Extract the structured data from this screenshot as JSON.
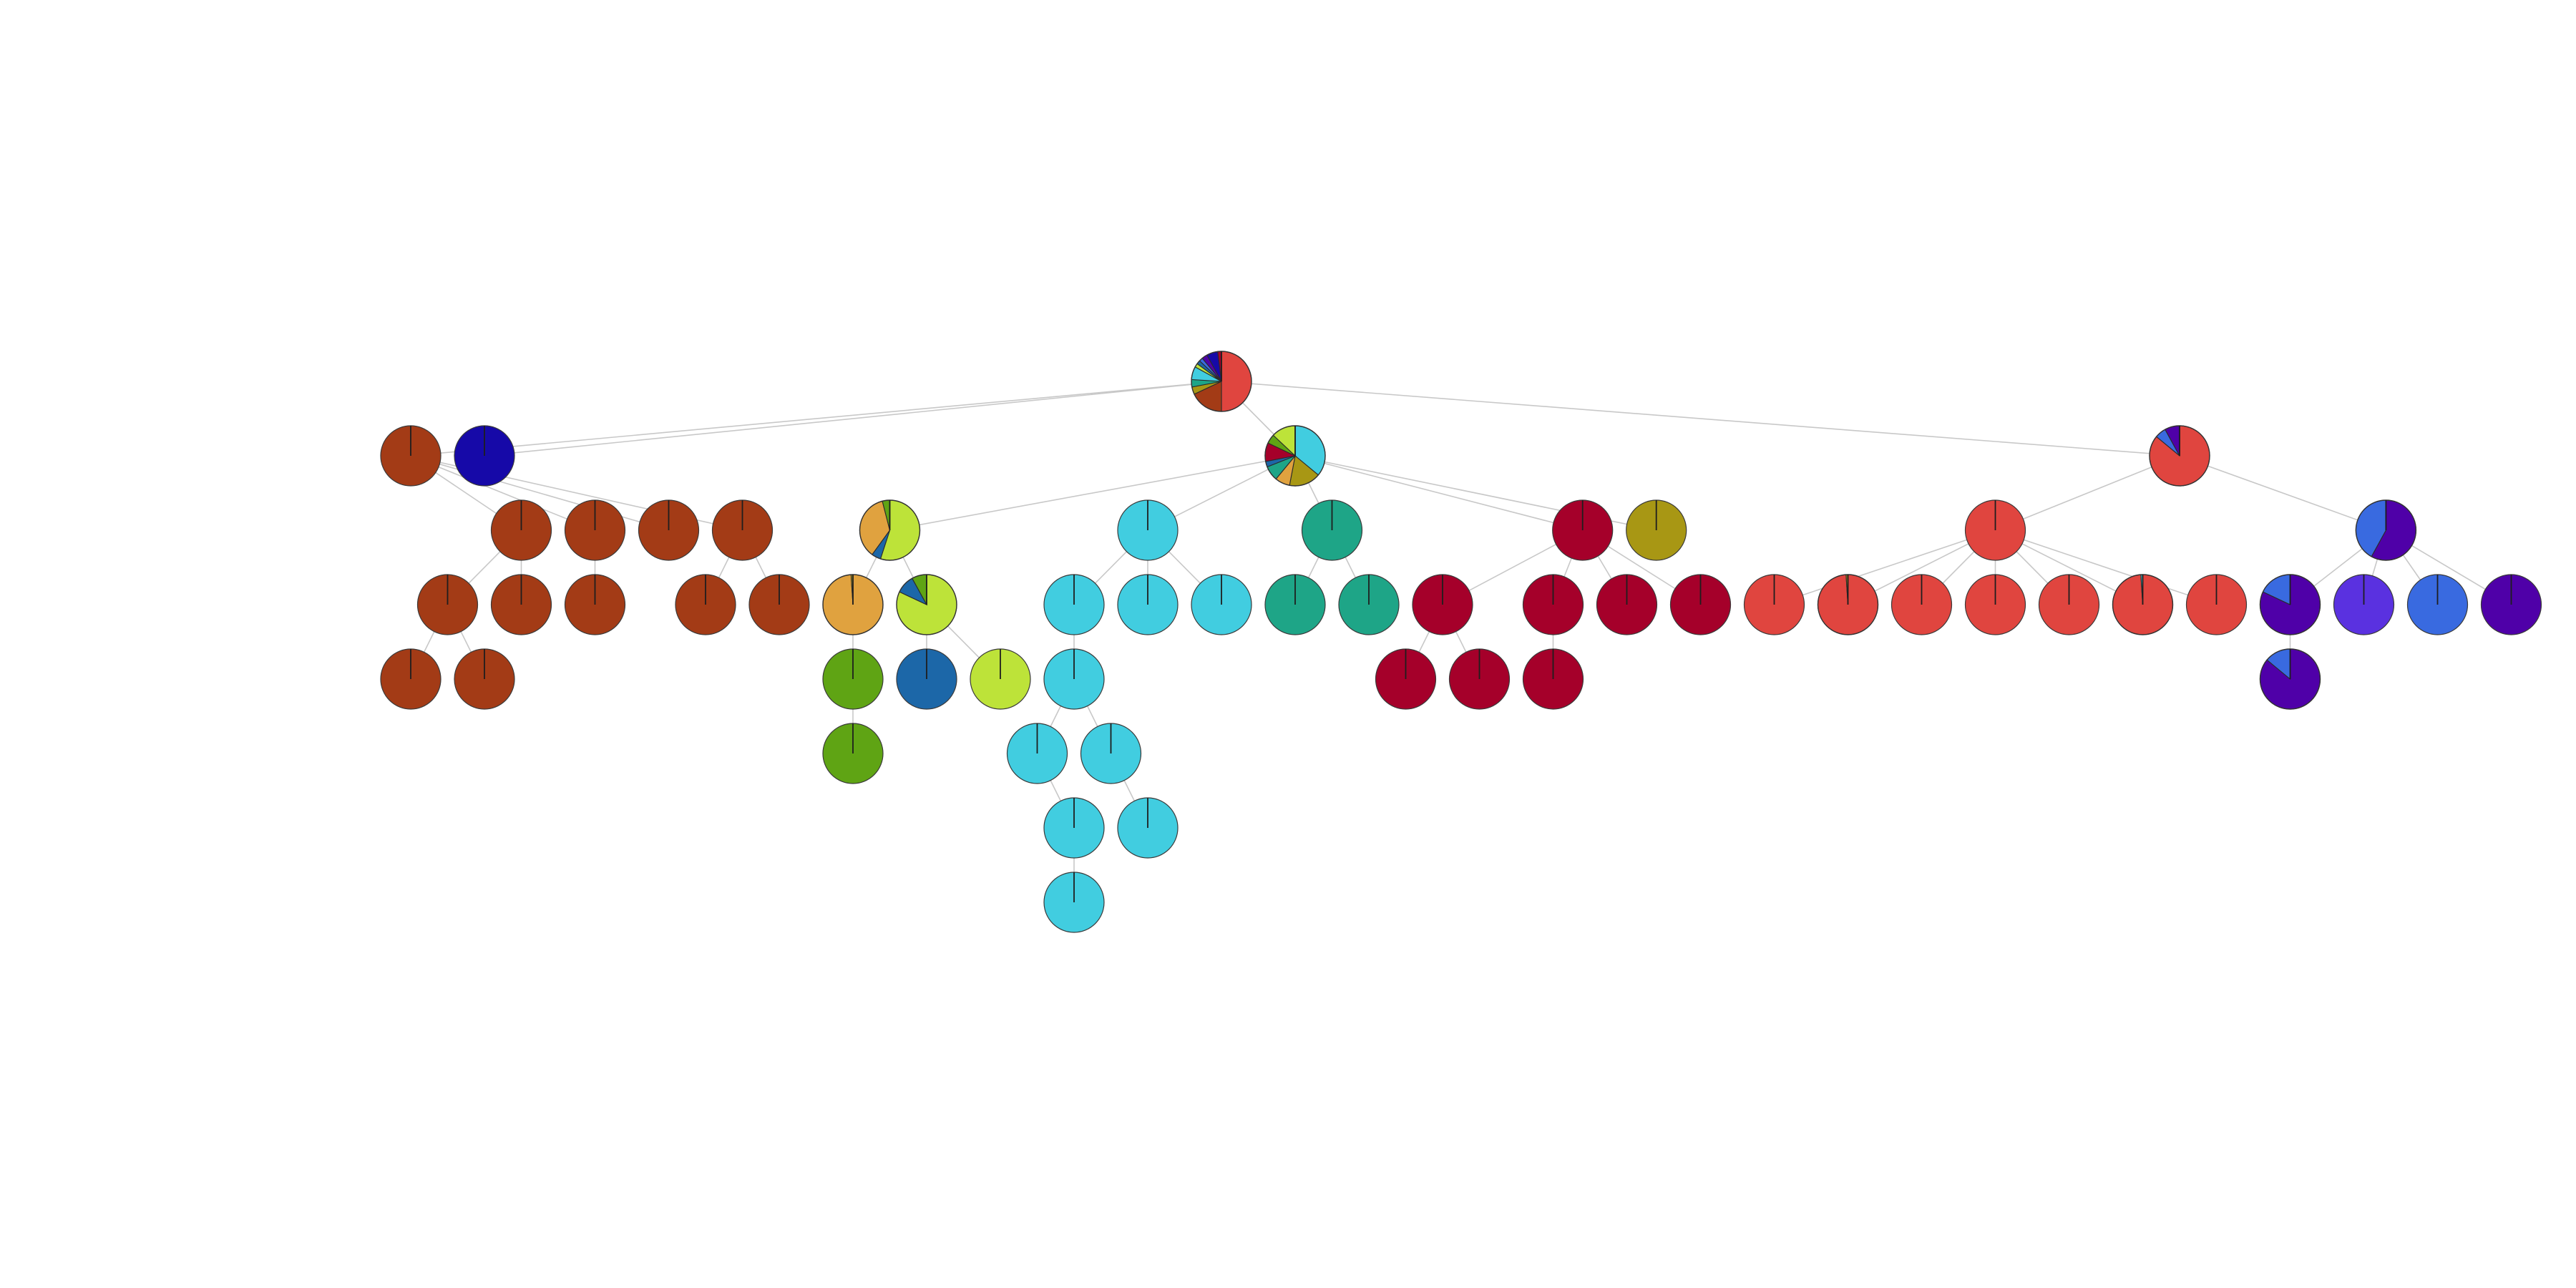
{
  "tree_diagram": {
    "palette": {
      "brown": "#a33b16",
      "navy": "#1609a8",
      "orange": "#e0a23f",
      "lime": "#bde339",
      "green": "#5fa414",
      "blue": "#1c67a8",
      "cyan": "#41cde0",
      "teal": "#1ea587",
      "crimson": "#a5002a",
      "olive": "#a89714",
      "red": "#e0453f",
      "purple": "#4f00a8",
      "violet": "#5a31e0",
      "royal": "#396ae0"
    },
    "nodes": [
      {
        "id": "root",
        "depth": 0,
        "col": 14,
        "composition": [
          {
            "color": "red",
            "share": 0.5
          },
          {
            "color": "brown",
            "share": 0.18
          },
          {
            "color": "olive",
            "share": 0.04
          },
          {
            "color": "teal",
            "share": 0.04
          },
          {
            "color": "cyan",
            "share": 0.07
          },
          {
            "color": "lime",
            "share": 0.02
          },
          {
            "color": "blue",
            "share": 0.02
          },
          {
            "color": "royal",
            "share": 0.02
          },
          {
            "color": "purple",
            "share": 0.03
          },
          {
            "color": "navy",
            "share": 0.06
          },
          {
            "color": "crimson",
            "share": 0.02
          }
        ]
      },
      {
        "id": "a",
        "parent": "root",
        "depth": 1,
        "col": 3,
        "composition": [
          {
            "color": "brown",
            "share": 1
          }
        ]
      },
      {
        "id": "b",
        "parent": "root",
        "depth": 1,
        "col": 4,
        "composition": [
          {
            "color": "navy",
            "share": 1
          }
        ]
      },
      {
        "id": "c",
        "parent": "root",
        "depth": 1,
        "col": 15,
        "composition": [
          {
            "color": "cyan",
            "share": 0.36
          },
          {
            "color": "olive",
            "share": 0.17
          },
          {
            "color": "orange",
            "share": 0.08
          },
          {
            "color": "teal",
            "share": 0.08
          },
          {
            "color": "blue",
            "share": 0.03
          },
          {
            "color": "crimson",
            "share": 0.1
          },
          {
            "color": "green",
            "share": 0.05
          },
          {
            "color": "lime",
            "share": 0.13
          }
        ]
      },
      {
        "id": "d",
        "parent": "root",
        "depth": 1,
        "col": 27,
        "composition": [
          {
            "color": "red",
            "share": 0.86
          },
          {
            "color": "royal",
            "share": 0.06
          },
          {
            "color": "purple",
            "share": 0.08
          }
        ]
      },
      {
        "id": "a1",
        "parent": "a",
        "depth": 2,
        "col": 4.5,
        "composition": [
          {
            "color": "brown",
            "share": 1
          }
        ]
      },
      {
        "id": "a2",
        "parent": "a",
        "depth": 2,
        "col": 5.5,
        "composition": [
          {
            "color": "brown",
            "share": 1
          }
        ]
      },
      {
        "id": "a3",
        "parent": "a",
        "depth": 2,
        "col": 6.5,
        "composition": [
          {
            "color": "brown",
            "share": 1
          }
        ]
      },
      {
        "id": "a4",
        "parent": "a",
        "depth": 2,
        "col": 7.5,
        "composition": [
          {
            "color": "brown",
            "share": 1
          }
        ]
      },
      {
        "id": "c1",
        "parent": "c",
        "depth": 2,
        "col": 9.5,
        "composition": [
          {
            "color": "lime",
            "share": 0.55
          },
          {
            "color": "blue",
            "share": 0.05
          },
          {
            "color": "orange",
            "share": 0.36
          },
          {
            "color": "green",
            "share": 0.04
          }
        ]
      },
      {
        "id": "c2",
        "parent": "c",
        "depth": 2,
        "col": 13,
        "composition": [
          {
            "color": "cyan",
            "share": 1
          }
        ]
      },
      {
        "id": "c3",
        "parent": "c",
        "depth": 2,
        "col": 15.5,
        "composition": [
          {
            "color": "teal",
            "share": 1
          }
        ]
      },
      {
        "id": "c4",
        "parent": "c",
        "depth": 2,
        "col": 18.9,
        "composition": [
          {
            "color": "crimson",
            "share": 1
          }
        ]
      },
      {
        "id": "c5",
        "parent": "c",
        "depth": 2,
        "col": 19.9,
        "composition": [
          {
            "color": "olive",
            "share": 1
          }
        ]
      },
      {
        "id": "d1",
        "parent": "d",
        "depth": 2,
        "col": 24.5,
        "composition": [
          {
            "color": "red",
            "share": 1
          }
        ]
      },
      {
        "id": "d2",
        "parent": "d",
        "depth": 2,
        "col": 29.8,
        "composition": [
          {
            "color": "purple",
            "share": 0.58
          },
          {
            "color": "royal",
            "share": 0.42
          }
        ]
      },
      {
        "id": "a1a",
        "parent": "a1",
        "depth": 3,
        "col": 3.5,
        "composition": [
          {
            "color": "brown",
            "share": 1
          }
        ]
      },
      {
        "id": "a1b",
        "parent": "a1",
        "depth": 3,
        "col": 4.5,
        "composition": [
          {
            "color": "brown",
            "share": 1
          }
        ]
      },
      {
        "id": "a2a",
        "parent": "a2",
        "depth": 3,
        "col": 5.5,
        "composition": [
          {
            "color": "brown",
            "share": 1
          }
        ]
      },
      {
        "id": "a4a",
        "parent": "a4",
        "depth": 3,
        "col": 7,
        "composition": [
          {
            "color": "brown",
            "share": 1
          }
        ]
      },
      {
        "id": "a4b",
        "parent": "a4",
        "depth": 3,
        "col": 8,
        "composition": [
          {
            "color": "brown",
            "share": 1
          }
        ]
      },
      {
        "id": "c1a",
        "parent": "c1",
        "depth": 3,
        "col": 9,
        "composition": [
          {
            "color": "orange",
            "share": 0.99
          },
          {
            "color": "olive",
            "share": 0.01
          }
        ]
      },
      {
        "id": "c1b",
        "parent": "c1",
        "depth": 3,
        "col": 10,
        "composition": [
          {
            "color": "lime",
            "share": 0.82
          },
          {
            "color": "blue",
            "share": 0.1
          },
          {
            "color": "green",
            "share": 0.08
          }
        ]
      },
      {
        "id": "c2a",
        "parent": "c2",
        "depth": 3,
        "col": 12,
        "composition": [
          {
            "color": "cyan",
            "share": 1
          }
        ]
      },
      {
        "id": "c2b",
        "parent": "c2",
        "depth": 3,
        "col": 13,
        "composition": [
          {
            "color": "cyan",
            "share": 1
          }
        ]
      },
      {
        "id": "c2c",
        "parent": "c2",
        "depth": 3,
        "col": 14,
        "composition": [
          {
            "color": "cyan",
            "share": 1
          }
        ]
      },
      {
        "id": "c3a",
        "parent": "c3",
        "depth": 3,
        "col": 15,
        "composition": [
          {
            "color": "teal",
            "share": 1
          }
        ]
      },
      {
        "id": "c3b",
        "parent": "c3",
        "depth": 3,
        "col": 16,
        "composition": [
          {
            "color": "teal",
            "share": 1
          }
        ]
      },
      {
        "id": "c4a",
        "parent": "c4",
        "depth": 3,
        "col": 17,
        "composition": [
          {
            "color": "crimson",
            "share": 1
          }
        ]
      },
      {
        "id": "c4b",
        "parent": "c4",
        "depth": 3,
        "col": 18.5,
        "composition": [
          {
            "color": "crimson",
            "share": 1
          }
        ]
      },
      {
        "id": "c4c",
        "parent": "c4",
        "depth": 3,
        "col": 19.5,
        "composition": [
          {
            "color": "crimson",
            "share": 1
          }
        ]
      },
      {
        "id": "c4d",
        "parent": "c4",
        "depth": 3,
        "col": 20.5,
        "composition": [
          {
            "color": "crimson",
            "share": 1
          }
        ]
      },
      {
        "id": "d1a",
        "parent": "d1",
        "depth": 3,
        "col": 21.5,
        "composition": [
          {
            "color": "red",
            "share": 1
          }
        ]
      },
      {
        "id": "d1b",
        "parent": "d1",
        "depth": 3,
        "col": 22.5,
        "composition": [
          {
            "color": "red",
            "share": 0.99
          },
          {
            "color": "olive",
            "share": 0.01
          }
        ]
      },
      {
        "id": "d1c",
        "parent": "d1",
        "depth": 3,
        "col": 23.5,
        "composition": [
          {
            "color": "red",
            "share": 1
          }
        ]
      },
      {
        "id": "d1d",
        "parent": "d1",
        "depth": 3,
        "col": 24.5,
        "composition": [
          {
            "color": "red",
            "share": 1
          }
        ]
      },
      {
        "id": "d1e",
        "parent": "d1",
        "depth": 3,
        "col": 25.5,
        "composition": [
          {
            "color": "red",
            "share": 1
          }
        ]
      },
      {
        "id": "d1f",
        "parent": "d1",
        "depth": 3,
        "col": 26.5,
        "composition": [
          {
            "color": "red",
            "share": 0.99
          },
          {
            "color": "cyan",
            "share": 0.01
          }
        ]
      },
      {
        "id": "d1g",
        "parent": "d1",
        "depth": 3,
        "col": 27.5,
        "composition": [
          {
            "color": "red",
            "share": 1
          }
        ]
      },
      {
        "id": "d2a",
        "parent": "d2",
        "depth": 3,
        "col": 28.5,
        "composition": [
          {
            "color": "purple",
            "share": 0.82
          },
          {
            "color": "royal",
            "share": 0.18
          }
        ]
      },
      {
        "id": "d2b",
        "parent": "d2",
        "depth": 3,
        "col": 29.5,
        "composition": [
          {
            "color": "violet",
            "share": 1
          }
        ]
      },
      {
        "id": "d2c",
        "parent": "d2",
        "depth": 3,
        "col": 30.5,
        "composition": [
          {
            "color": "royal",
            "share": 1
          }
        ]
      },
      {
        "id": "d2d",
        "parent": "d2",
        "depth": 3,
        "col": 31.5,
        "composition": [
          {
            "color": "purple",
            "share": 1
          }
        ]
      },
      {
        "id": "a1a1",
        "parent": "a1a",
        "depth": 4,
        "col": 3,
        "composition": [
          {
            "color": "brown",
            "share": 1
          }
        ]
      },
      {
        "id": "a1a2",
        "parent": "a1a",
        "depth": 4,
        "col": 4,
        "composition": [
          {
            "color": "brown",
            "share": 1
          }
        ]
      },
      {
        "id": "c1a1",
        "parent": "c1a",
        "depth": 4,
        "col": 9,
        "composition": [
          {
            "color": "green",
            "share": 1
          }
        ]
      },
      {
        "id": "c1b1",
        "parent": "c1b",
        "depth": 4,
        "col": 10,
        "composition": [
          {
            "color": "blue",
            "share": 1
          }
        ]
      },
      {
        "id": "c1b2",
        "parent": "c1b",
        "depth": 4,
        "col": 11,
        "composition": [
          {
            "color": "lime",
            "share": 1
          }
        ]
      },
      {
        "id": "c2a1",
        "parent": "c2a",
        "depth": 4,
        "col": 12,
        "composition": [
          {
            "color": "cyan",
            "share": 1
          }
        ]
      },
      {
        "id": "c4a1",
        "parent": "c4a",
        "depth": 4,
        "col": 16.5,
        "composition": [
          {
            "color": "crimson",
            "share": 1
          }
        ]
      },
      {
        "id": "c4a2",
        "parent": "c4a",
        "depth": 4,
        "col": 17.5,
        "composition": [
          {
            "color": "crimson",
            "share": 1
          }
        ]
      },
      {
        "id": "c4b1",
        "parent": "c4b",
        "depth": 4,
        "col": 18.5,
        "composition": [
          {
            "color": "crimson",
            "share": 1
          }
        ]
      },
      {
        "id": "d2a1",
        "parent": "d2a",
        "depth": 4,
        "col": 28.5,
        "composition": [
          {
            "color": "purple",
            "share": 0.86
          },
          {
            "color": "royal",
            "share": 0.14
          }
        ]
      },
      {
        "id": "c1a1a",
        "parent": "c1a1",
        "depth": 5,
        "col": 9,
        "composition": [
          {
            "color": "green",
            "share": 1
          }
        ]
      },
      {
        "id": "c2a1a",
        "parent": "c2a1",
        "depth": 5,
        "col": 11.5,
        "composition": [
          {
            "color": "cyan",
            "share": 1
          }
        ]
      },
      {
        "id": "c2a1b",
        "parent": "c2a1",
        "depth": 5,
        "col": 12.5,
        "composition": [
          {
            "color": "cyan",
            "share": 1
          }
        ]
      },
      {
        "id": "c2a1a1",
        "parent": "c2a1a",
        "depth": 6,
        "col": 12,
        "composition": [
          {
            "color": "cyan",
            "share": 1
          }
        ]
      },
      {
        "id": "c2a1b1",
        "parent": "c2a1b",
        "depth": 6,
        "col": 13,
        "composition": [
          {
            "color": "cyan",
            "share": 1
          }
        ]
      },
      {
        "id": "c2a1a1a",
        "parent": "c2a1a1",
        "depth": 7,
        "col": 12,
        "composition": [
          {
            "color": "cyan",
            "share": 1
          }
        ]
      }
    ]
  }
}
